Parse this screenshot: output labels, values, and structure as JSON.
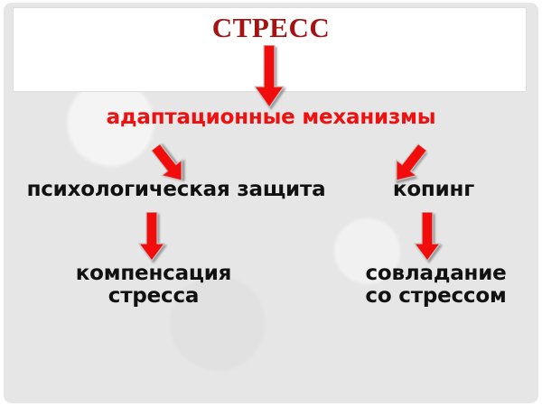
{
  "diagram": {
    "title": "СТРЕСС",
    "level2": "адаптационные механизмы",
    "branch_left": "психологическая защита",
    "branch_right": "копинг",
    "leaf_left_line1": "компенсация",
    "leaf_left_line2": "стресса",
    "leaf_right_line1": "совладание",
    "leaf_right_line2": "со стрессом",
    "colors": {
      "background": "#e6e6e6",
      "title_box": "#ffffff",
      "title_text": "#a51212",
      "accent_red": "#f01010",
      "body_text": "#111111"
    },
    "arrows": [
      {
        "name": "arrow-stress-to-adaptive",
        "direction": "down"
      },
      {
        "name": "arrow-adaptive-to-defense",
        "direction": "down-left"
      },
      {
        "name": "arrow-adaptive-to-coping",
        "direction": "down-right"
      },
      {
        "name": "arrow-defense-to-compensation",
        "direction": "down"
      },
      {
        "name": "arrow-coping-to-result",
        "direction": "down"
      }
    ]
  }
}
